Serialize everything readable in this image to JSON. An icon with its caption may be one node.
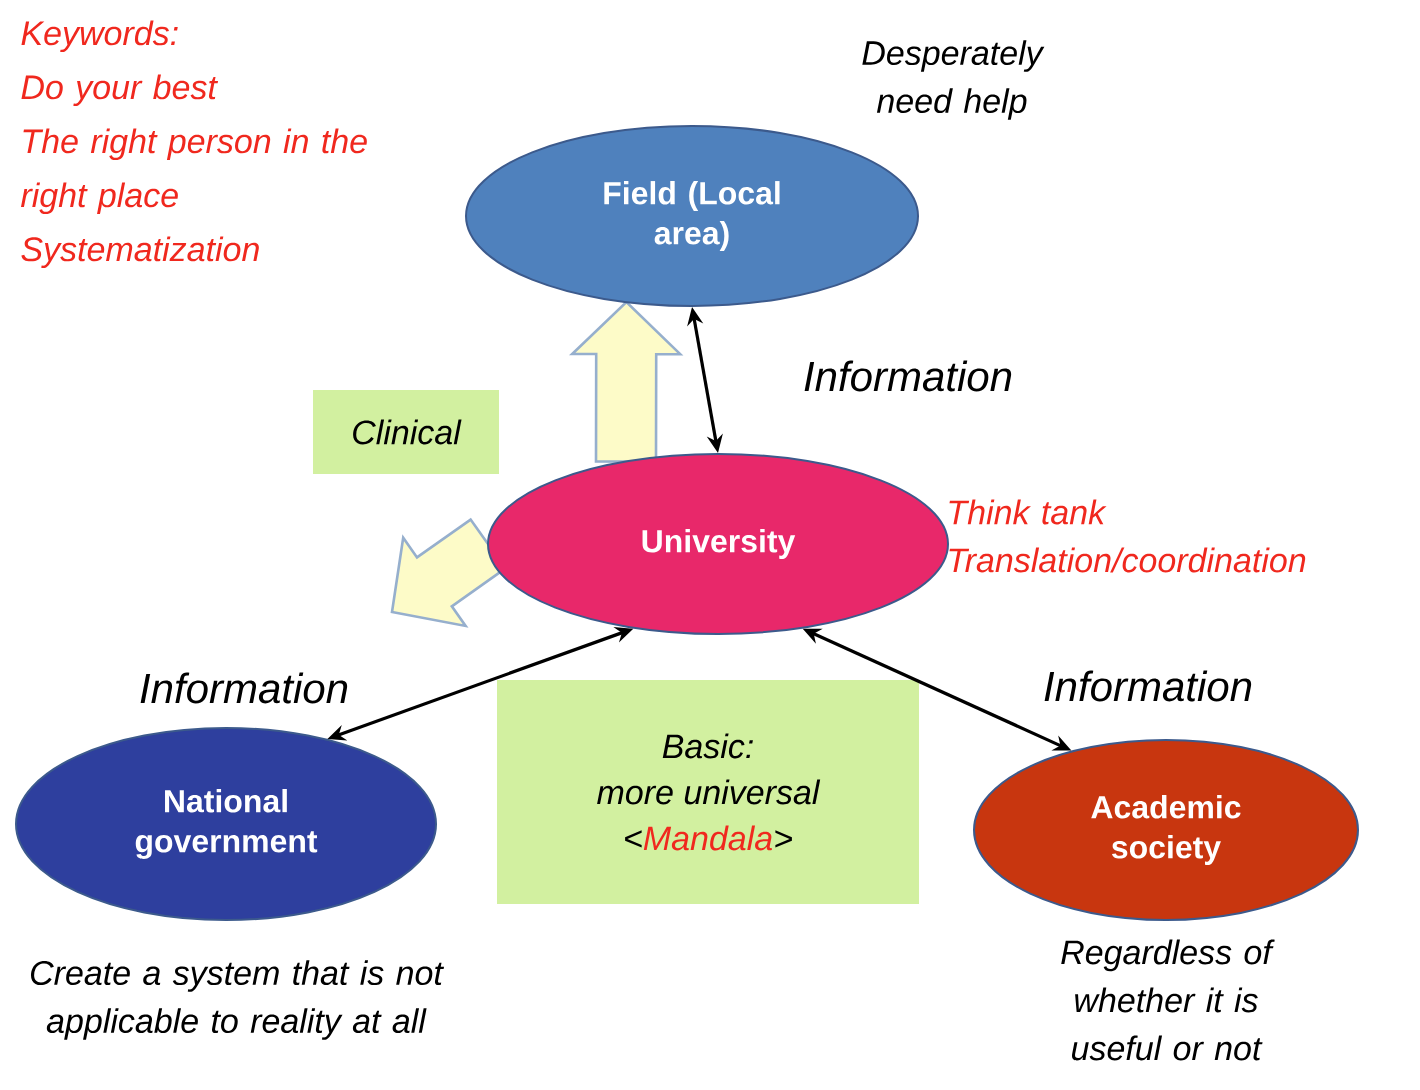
{
  "diagram": {
    "nodes": [
      {
        "text": [
          "Field (Local area)"
        ],
        "beside": [
          "Desperately need help"
        ]
      },
      {
        "text": [
          "University"
        ],
        "beside": [
          "Think tank",
          "Translation/coordination"
        ]
      },
      {
        "text": [
          "National government"
        ],
        "beside": [
          "Create a system that is not applicable to reality at all"
        ]
      },
      {
        "text": [
          "Academic society"
        ],
        "beside": [
          "Regardless of whether it is useful or not"
        ]
      },
      {
        "text": [
          "Clinical"
        ]
      },
      {
        "text": [
          "Basic:",
          "more universal",
          "<",
          "Mandala",
          ">"
        ]
      }
    ],
    "edges": [
      {
        "from": 0,
        "to": 1,
        "arrow": "both",
        "label": "Information"
      },
      {
        "from": 1,
        "to": 2,
        "arrow": "both",
        "label": "Information"
      },
      {
        "from": 1,
        "to": 3,
        "arrow": "both",
        "label": "Information"
      },
      {
        "from": 1,
        "to": 0,
        "arrow": "to",
        "style": "thick",
        "color": "#fdfbc8"
      },
      {
        "from": 1,
        "to": null,
        "arrow": "to",
        "style": "thick",
        "color": "#fdfbc8"
      }
    ],
    "labels": [
      "Keywords:",
      "Do your best",
      "The right person in the right place",
      "Systematization"
    ]
  }
}
